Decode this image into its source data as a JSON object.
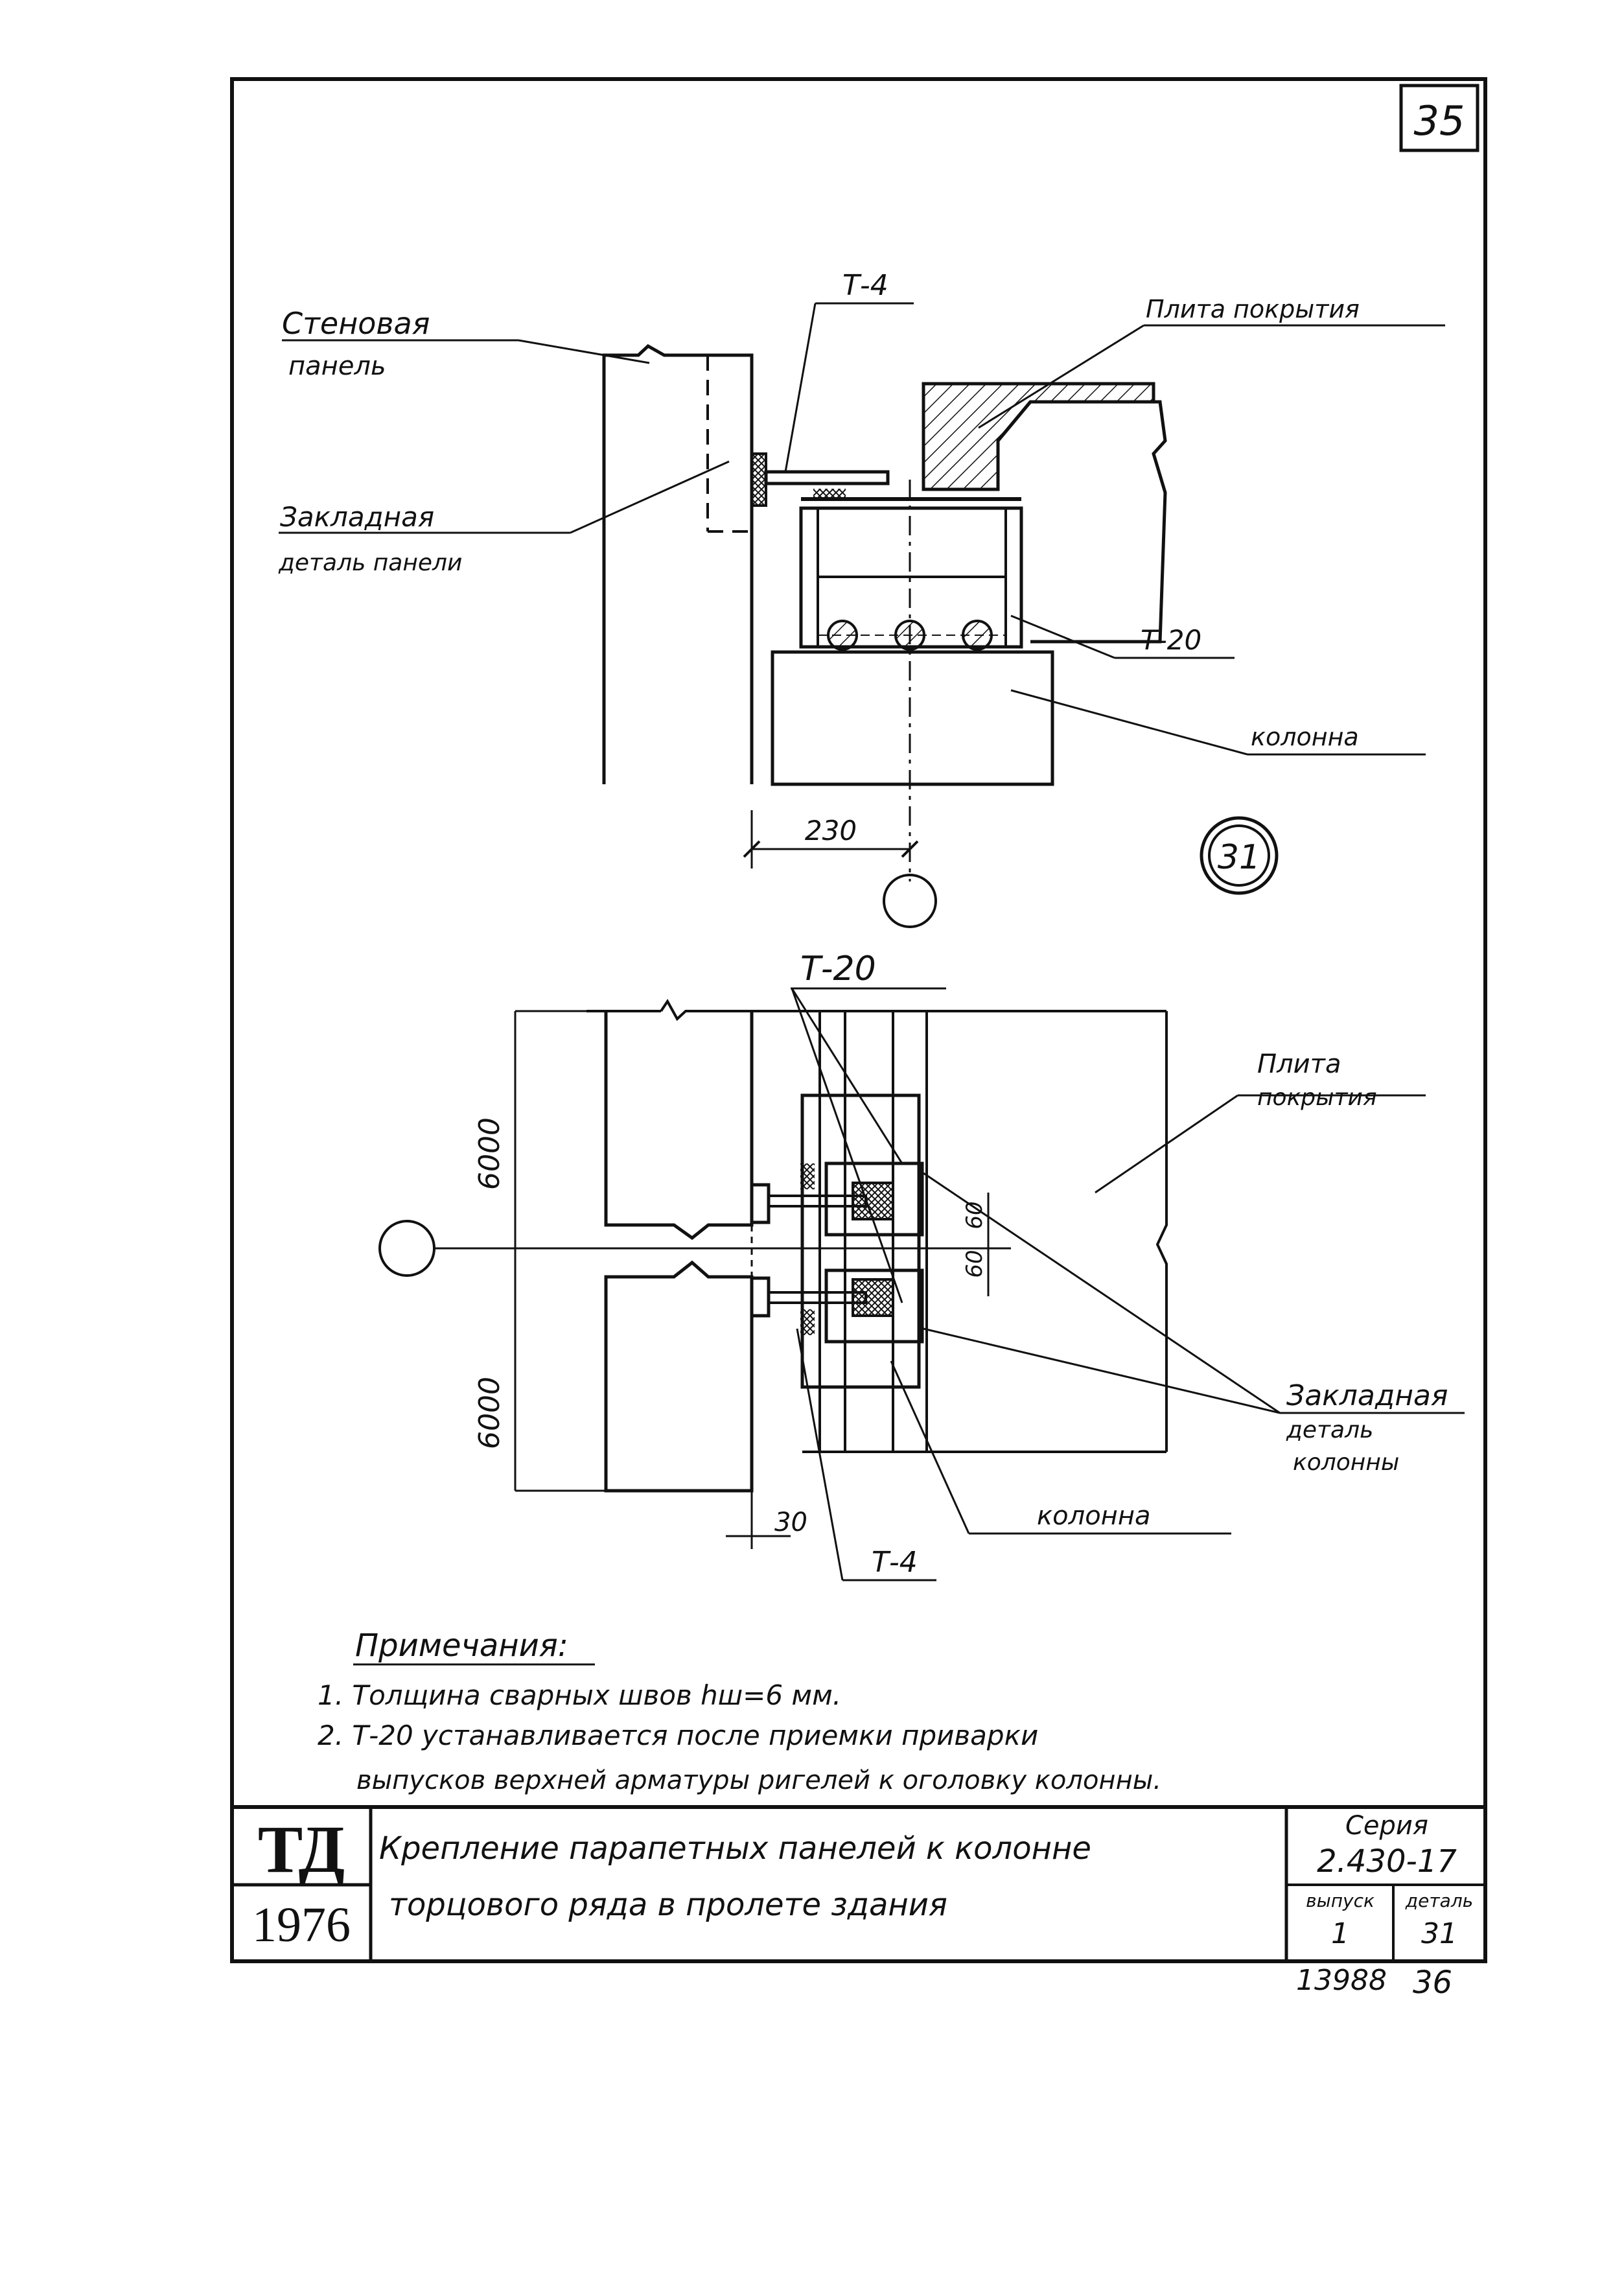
{
  "sheet": {
    "page_number": "35",
    "detail_marker": "31",
    "notes": {
      "heading": "Примечания:",
      "items": [
        "1. Толщина сварных швов hш=6 мм.",
        "2. Т-20 устанавливается после приемки приварки",
        "выпусков верхней арматуры ригелей к оголовку колонны."
      ]
    }
  },
  "top_view": {
    "labels": {
      "wall_panel_1": "Стеновая",
      "wall_panel_2": "панель",
      "embedded_panel_1": "Закладная",
      "embedded_panel_2": "деталь панели",
      "t4": "Т-4",
      "slab": "Плита покрытия",
      "t20": "Т-20",
      "column": "колонна"
    },
    "dimension": "230"
  },
  "bottom_view": {
    "labels": {
      "t20": "Т-20",
      "slab_1": "Плита",
      "slab_2": "покрытия",
      "embedded_column_1": "Закладная",
      "embedded_column_2": "деталь",
      "embedded_column_3": "колонны",
      "column": "колонна",
      "t4": "Т-4"
    },
    "dimensions": {
      "span_upper": "6000",
      "span_lower": "6000",
      "offset": "30",
      "gap_1": "60",
      "gap_2": "60"
    }
  },
  "title_block": {
    "logo": "ТД",
    "year": "1976",
    "title_line_1": "Крепление парапетных панелей к колонне",
    "title_line_2": "торцового ряда в пролете здания",
    "series_label": "Серия",
    "series_value": "2.430-17",
    "issue_label": "выпуск",
    "issue_value": "1",
    "detail_label": "деталь",
    "detail_value": "31",
    "inventory_number": "13988",
    "sheet_index": "36"
  }
}
